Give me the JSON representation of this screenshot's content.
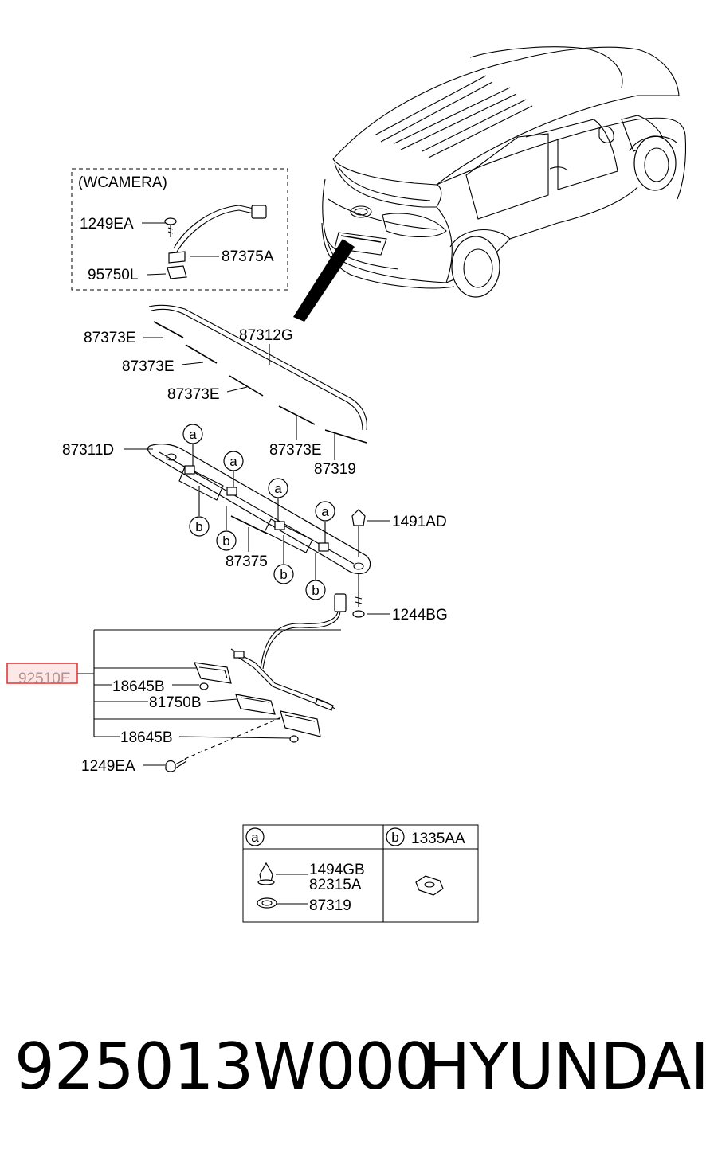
{
  "diagram": {
    "camera_box_title": "(WCAMERA)",
    "labels": {
      "p1249EA_top": "1249EA",
      "p87375A": "87375A",
      "p95750L": "95750L",
      "p87373E_1": "87373E",
      "p87312G": "87312G",
      "p87373E_2": "87373E",
      "p87373E_3": "87373E",
      "p87373E_4": "87373E",
      "p87311D": "87311D",
      "p87319": "87319",
      "p1491AD": "1491AD",
      "p87375": "87375",
      "p1244BG": "1244BG",
      "p92510E": "92510E",
      "p18645B_1": "18645B",
      "p81750B": "81750B",
      "p18645B_2": "18645B",
      "p1249EA_bottom": "1249EA"
    },
    "callouts": {
      "a": "a",
      "b": "b"
    },
    "legend": {
      "a_header": "a",
      "b_header": "b",
      "b_part": "1335AA",
      "a_parts": [
        "1494GB",
        "82315A",
        "87319"
      ]
    }
  },
  "footer": {
    "part_number": "925013W000",
    "brand": "HYUNDAI"
  }
}
